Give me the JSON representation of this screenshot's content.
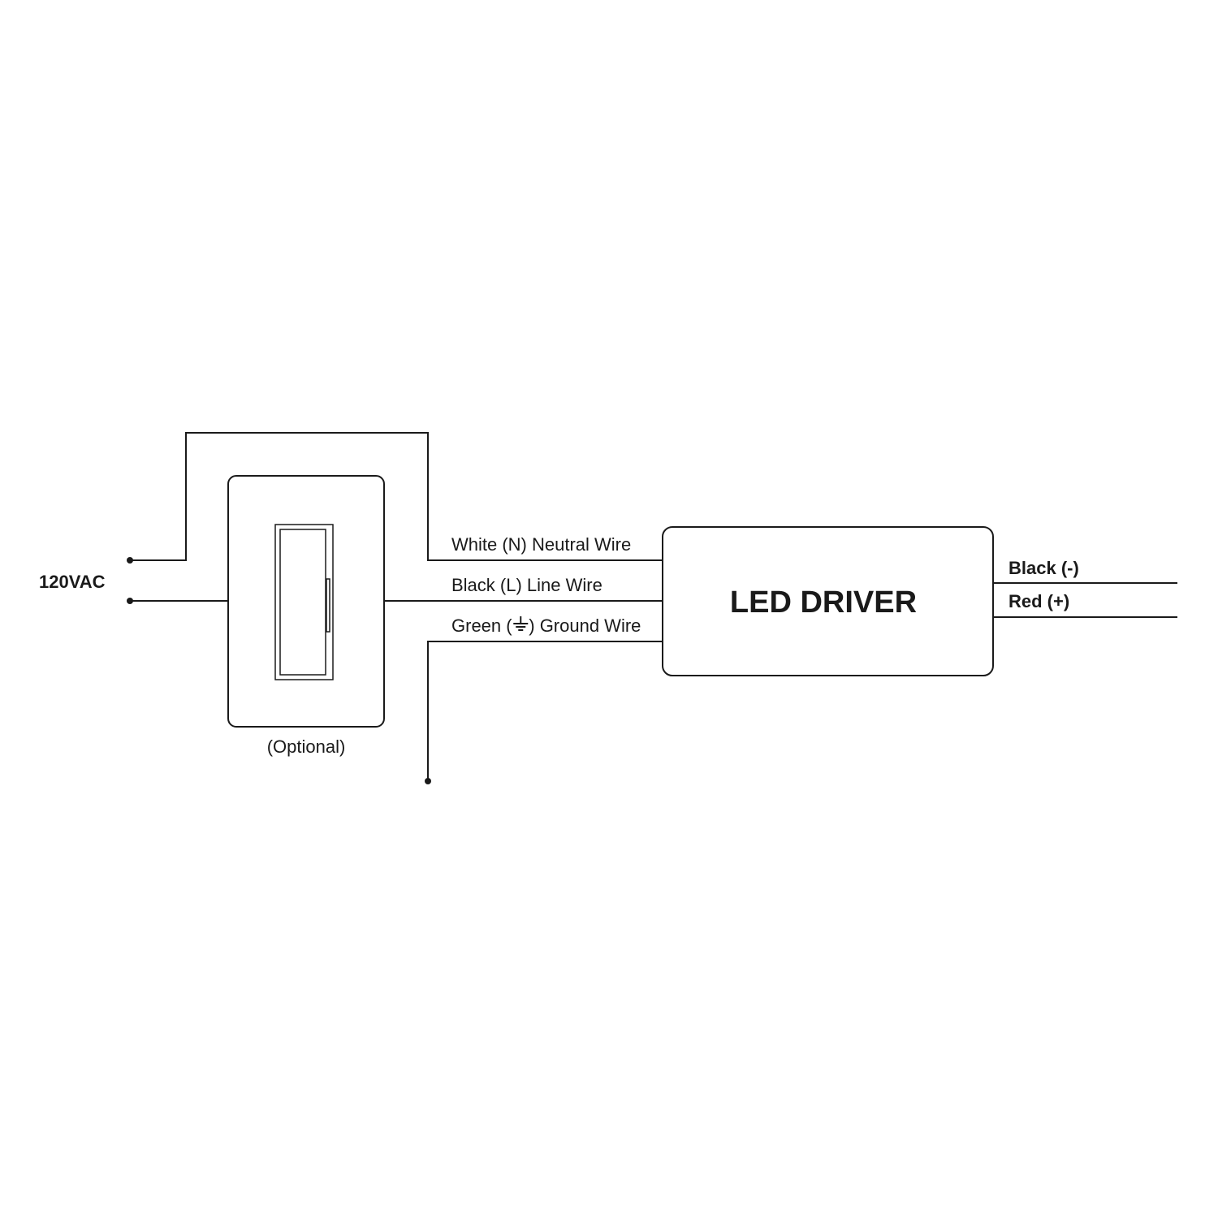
{
  "colors": {
    "ink": "#1a1a1a",
    "background": "#ffffff"
  },
  "source": {
    "label": "120VAC"
  },
  "dimmer": {
    "caption": "(Optional)"
  },
  "wires": {
    "neutral": "White (N) Neutral Wire",
    "line": "Black (L) Line Wire",
    "ground_prefix": "Green (",
    "ground_suffix": ") Ground Wire"
  },
  "driver": {
    "title": "LED DRIVER"
  },
  "outputs": {
    "negative": "Black (-)",
    "positive": "Red (+)"
  },
  "icons": {
    "ground": "ground-symbol-icon"
  }
}
